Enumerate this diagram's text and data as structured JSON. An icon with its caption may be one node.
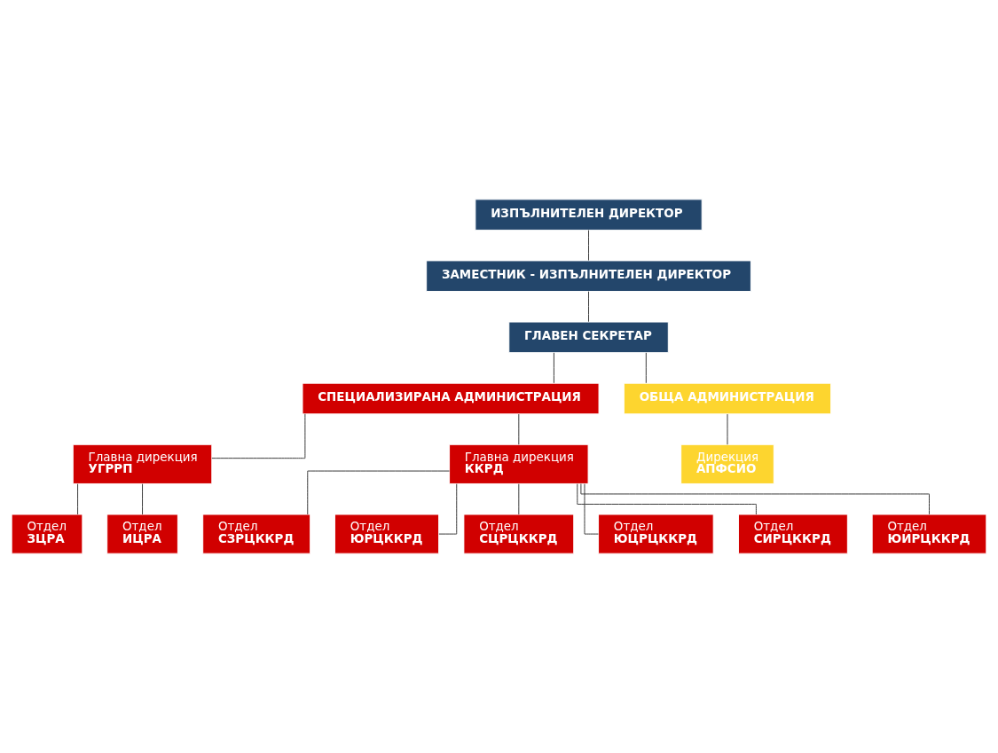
{
  "diagram": {
    "nodes": [
      {
        "text": [
          "ИЗПЪЛНИТЕЛЕН ДИРЕКТОР"
        ]
      },
      {
        "text": [
          "ЗАМЕСТНИК - ИЗПЪЛНИТЕЛЕН ДИРЕКТОР"
        ]
      },
      {
        "text": [
          "ГЛАВЕН СЕКРЕТАР"
        ]
      },
      {
        "text": [
          "СПЕЦИАЛИЗИРАНА АДМИНИСТРАЦИЯ"
        ]
      },
      {
        "text": [
          "ОБЩА АДМИНИСТРАЦИЯ"
        ]
      },
      {
        "text": [
          "Главна дирекция",
          "УГРРП"
        ]
      },
      {
        "text": [
          "Главна дирекция",
          "ККРД"
        ]
      },
      {
        "text": [
          "Дирекция",
          "АПФСИО"
        ]
      },
      {
        "text": [
          "Отдел",
          "ЗЦРА"
        ]
      },
      {
        "text": [
          "Отдел",
          "ИЦРА"
        ]
      },
      {
        "text": [
          "Отдел",
          "СЗРЦККРД"
        ]
      },
      {
        "text": [
          "Отдел",
          "ЮРЦККРД"
        ]
      },
      {
        "text": [
          "Отдел",
          "СЦРЦККРД"
        ]
      },
      {
        "text": [
          "Отдел",
          "ЮЦРЦККРД"
        ]
      },
      {
        "text": [
          "Отдел",
          "СИРЦККРД"
        ]
      },
      {
        "text": [
          "Отдел",
          "ЮИРЦККРД"
        ]
      }
    ],
    "edges": [
      {
        "from": 0,
        "to": 1,
        "arrow": "none"
      },
      {
        "from": 1,
        "to": 2,
        "arrow": "none"
      },
      {
        "from": 2,
        "to": 3,
        "arrow": "none"
      },
      {
        "from": 2,
        "to": 4,
        "arrow": "none"
      },
      {
        "from": 3,
        "to": 5,
        "arrow": "none"
      },
      {
        "from": 3,
        "to": 6,
        "arrow": "none"
      },
      {
        "from": 4,
        "to": 7,
        "arrow": "none"
      },
      {
        "from": 5,
        "to": 8,
        "arrow": "none"
      },
      {
        "from": 5,
        "to": 9,
        "arrow": "none"
      },
      {
        "from": 6,
        "to": 10,
        "arrow": "none"
      },
      {
        "from": 6,
        "to": 11,
        "arrow": "none"
      },
      {
        "from": 6,
        "to": 12,
        "arrow": "none"
      },
      {
        "from": 6,
        "to": 13,
        "arrow": "none"
      },
      {
        "from": 6,
        "to": 14,
        "arrow": "none"
      },
      {
        "from": 6,
        "to": 15,
        "arrow": "none"
      }
    ]
  }
}
